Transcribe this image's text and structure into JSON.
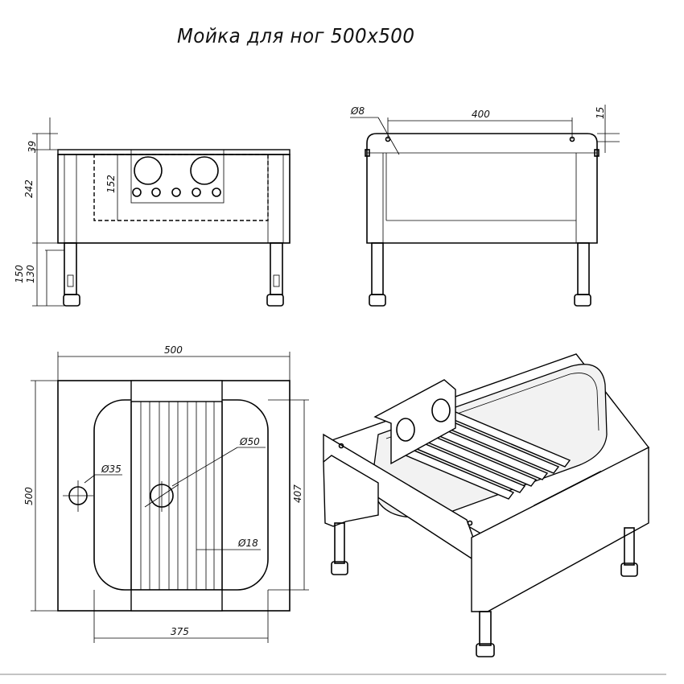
{
  "title": "Мойка для ног 500х500",
  "dims": {
    "h39": "39",
    "h242": "242",
    "h152": "152",
    "h150": "150",
    "h130": "130",
    "d8": "Ø8",
    "w400": "400",
    "h15": "15",
    "w500": "500",
    "h500": "500",
    "d35": "Ø35",
    "d50": "Ø50",
    "d18": "Ø18",
    "h407": "407",
    "w375": "375"
  }
}
